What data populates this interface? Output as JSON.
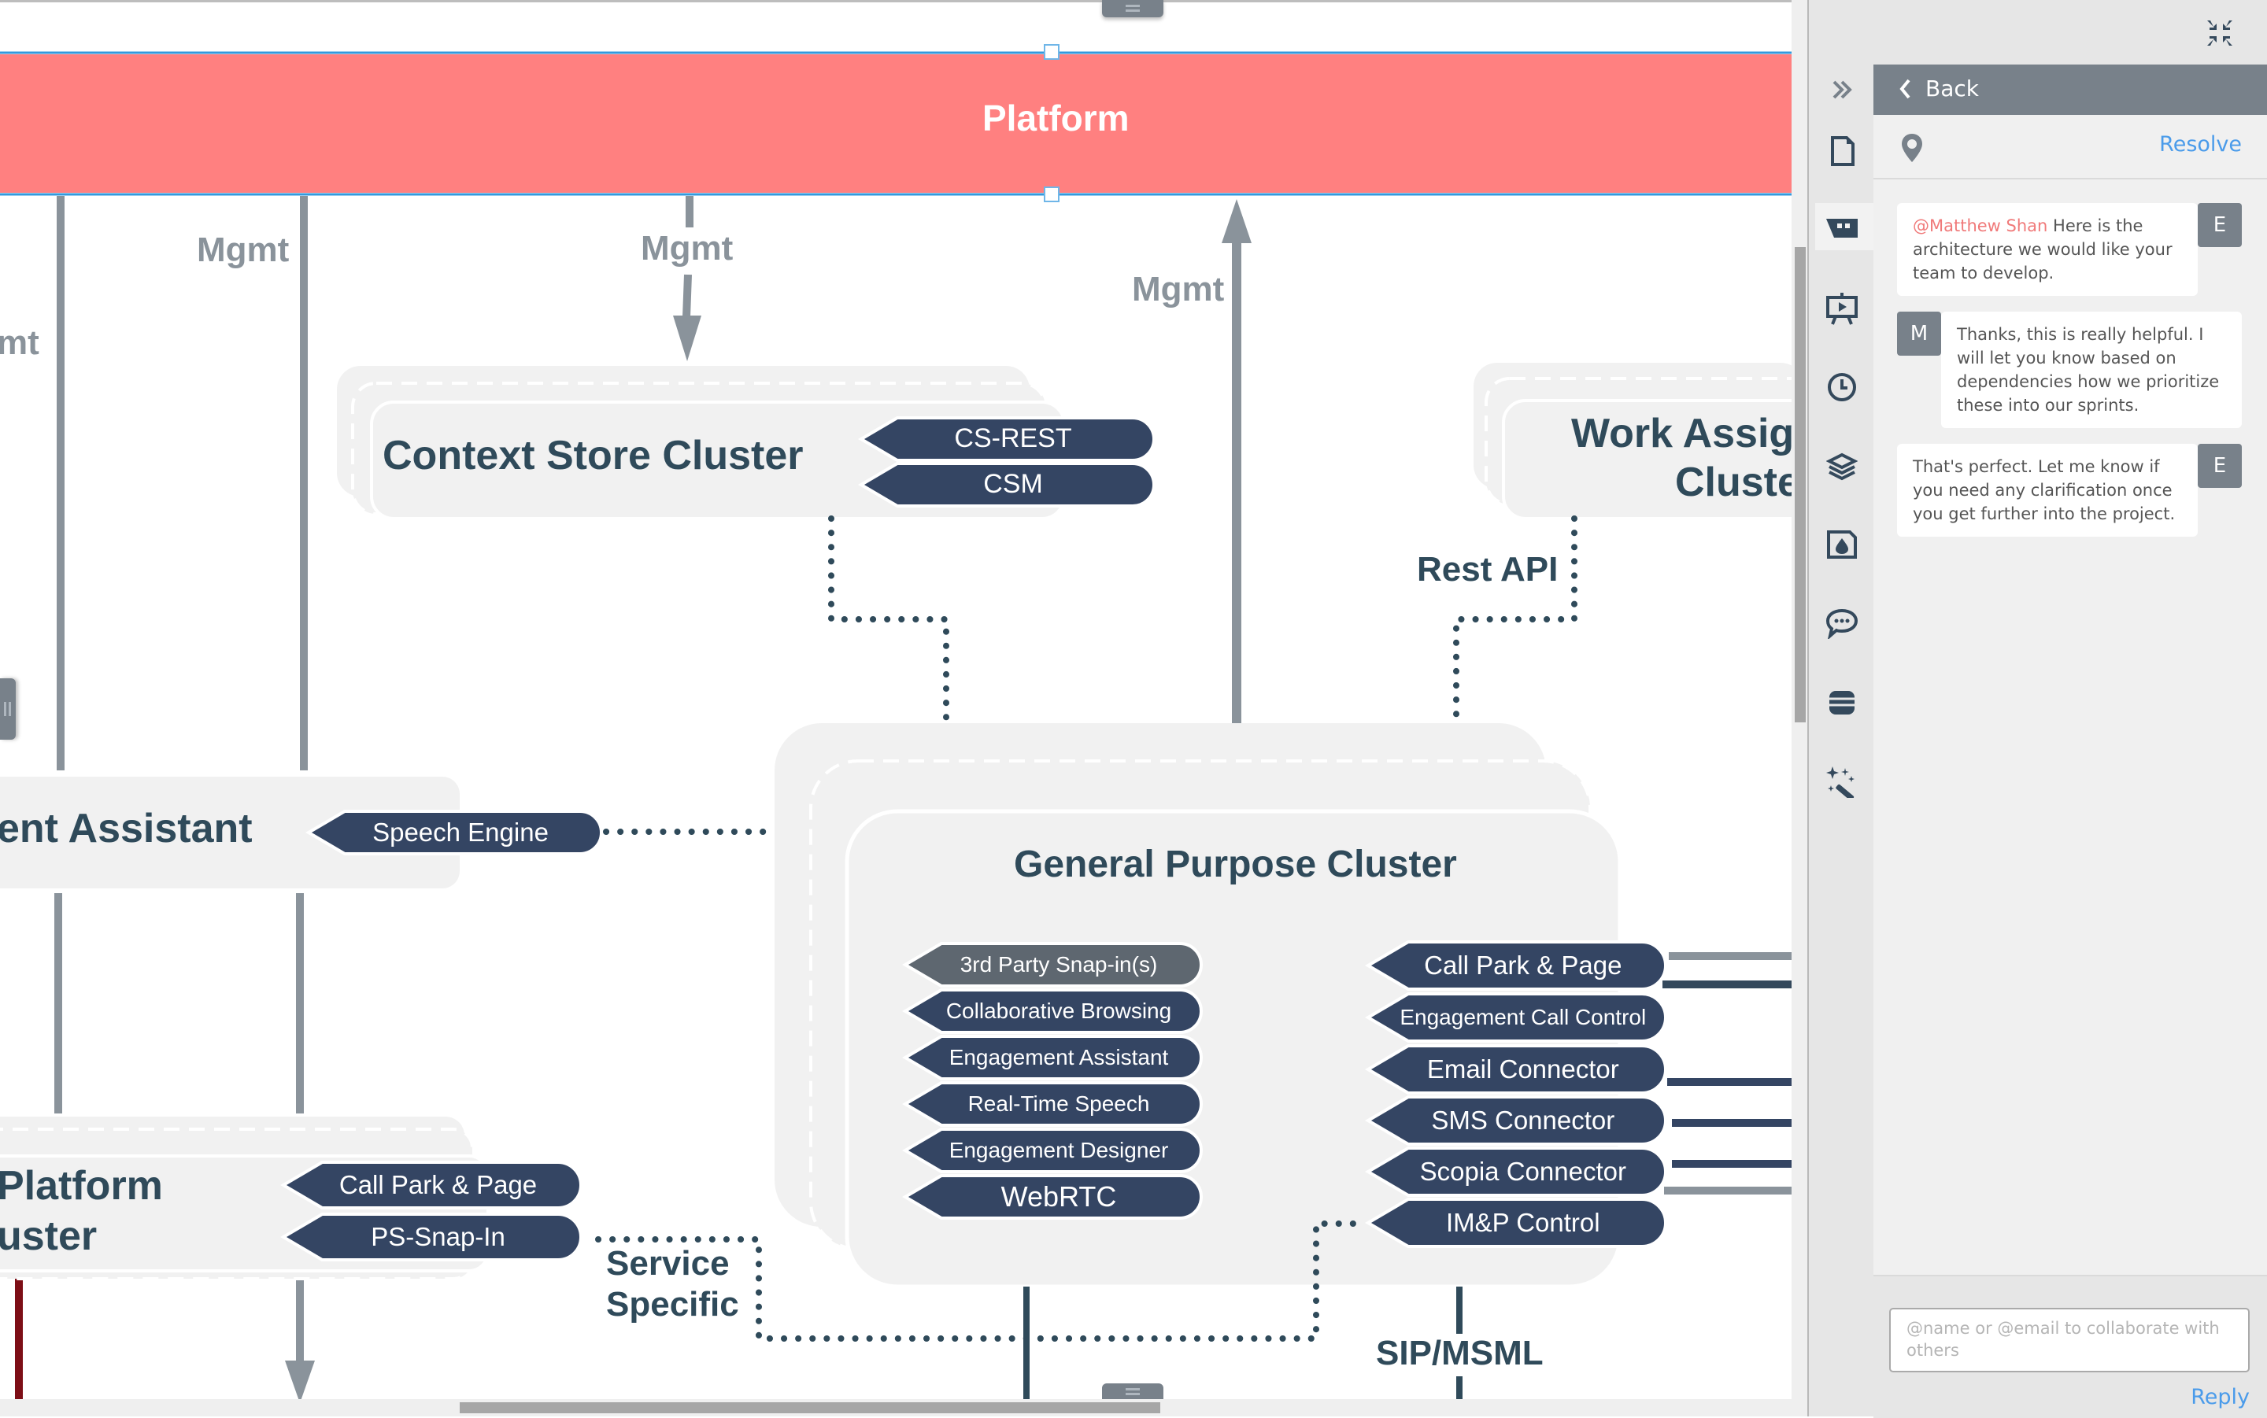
{
  "diagram": {
    "platform_banner": "Platform",
    "mgmt_labels": [
      "Mgmt",
      "Mgmt",
      "Mgmt",
      "mt"
    ],
    "context_store": {
      "title": "Context Store Cluster",
      "pills": [
        "CS-REST",
        "CSM"
      ]
    },
    "work_assignment": {
      "title_line1": "Work Assig",
      "title_line2": "Cluste"
    },
    "rest_api_label": "Rest API",
    "engagement_assistant": {
      "title": "ent Assistant",
      "pill": "Speech Engine"
    },
    "general_purpose": {
      "title": "General Purpose Cluster",
      "left_pills": [
        "3rd Party Snap-in(s)",
        "Collaborative Browsing",
        "Engagement Assistant",
        "Real-Time Speech",
        "Engagement Designer",
        "WebRTC"
      ],
      "right_pills": [
        "Call Park & Page",
        "Engagement Call Control",
        "Email Connector",
        "SMS Connector",
        "Scopia Connector",
        "IM&P Control"
      ]
    },
    "platform_cluster": {
      "title_line1": "Platform",
      "title_line2": "uster",
      "pills": [
        "Call Park & Page",
        "PS-Snap-In"
      ]
    },
    "service_specific": [
      "Service",
      "Specific"
    ],
    "sip_label": "SIP/MSML",
    "colors": {
      "banner": "#ff8080",
      "pill": "#344563",
      "pill_muted": "#5e6770",
      "mgmt": "#8a939b",
      "text": "#2f4a5a",
      "cluster_bg": "#f1f1f1",
      "selection": "#3399dd"
    }
  },
  "rail": {
    "items": [
      {
        "icon": "expand-chevrons-icon"
      },
      {
        "icon": "document-icon"
      },
      {
        "icon": "comments-quote-icon",
        "active": true
      },
      {
        "icon": "presentation-icon"
      },
      {
        "icon": "history-clock-icon"
      },
      {
        "icon": "layers-icon"
      },
      {
        "icon": "image-fill-icon"
      },
      {
        "icon": "chat-bubble-icon"
      },
      {
        "icon": "database-icon"
      },
      {
        "icon": "magic-wand-icon"
      }
    ]
  },
  "panel": {
    "back_label": "Back",
    "resolve_label": "Resolve",
    "comments": [
      {
        "author_initial": "E",
        "mention": "@Matthew Shan",
        "text": " Here is the architecture we would like your team to develop.",
        "side": "right"
      },
      {
        "author_initial": "M",
        "mention": "",
        "text": "Thanks, this is really helpful. I will let you know based on dependencies how we prioritize these into our sprints.",
        "side": "left"
      },
      {
        "author_initial": "E",
        "mention": "",
        "text": "That's perfect. Let me know if you need any clarification once you get further into the project.",
        "side": "right"
      }
    ],
    "reply_placeholder": "@name or @email to collaborate with others",
    "reply_label": "Reply"
  }
}
